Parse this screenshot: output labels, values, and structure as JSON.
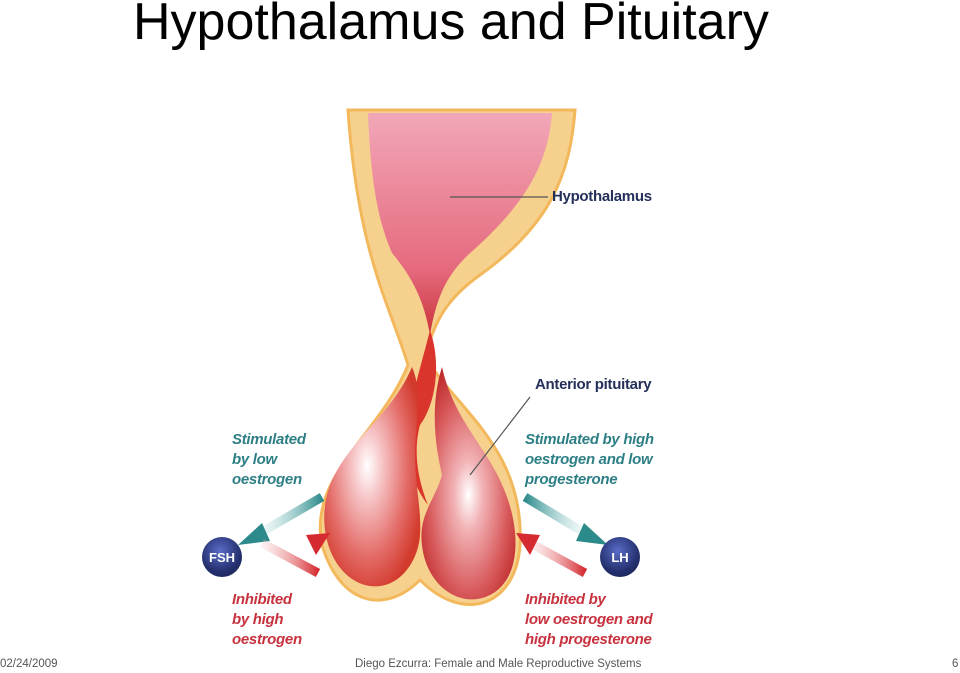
{
  "title": "Hypothalamus and Pituitary",
  "labels": {
    "hypothalamus": "Hypothalamus",
    "anterior_pituitary": "Anterior pituitary",
    "fsh_stimulated": "Stimulated\nby low\noestrogen",
    "lh_stimulated": "Stimulated by high\noestrogen and low\nprogesterone",
    "fsh_inhibited": "Inhibited\nby high\noestrogen",
    "lh_inhibited": "Inhibited by\nlow oestrogen and\nhigh progesterone"
  },
  "hormones": {
    "fsh": "FSH",
    "lh": "LH"
  },
  "footer": {
    "date": "02/24/2009",
    "caption": "Diego Ezcurra: Female and Male Reproductive Systems",
    "page": "6"
  },
  "colors": {
    "stimulate_arrow": "#2d8a8a",
    "inhibit_arrow": "#d42a30",
    "hormone_ball": "#24306e",
    "outline": "#f3c27a"
  }
}
